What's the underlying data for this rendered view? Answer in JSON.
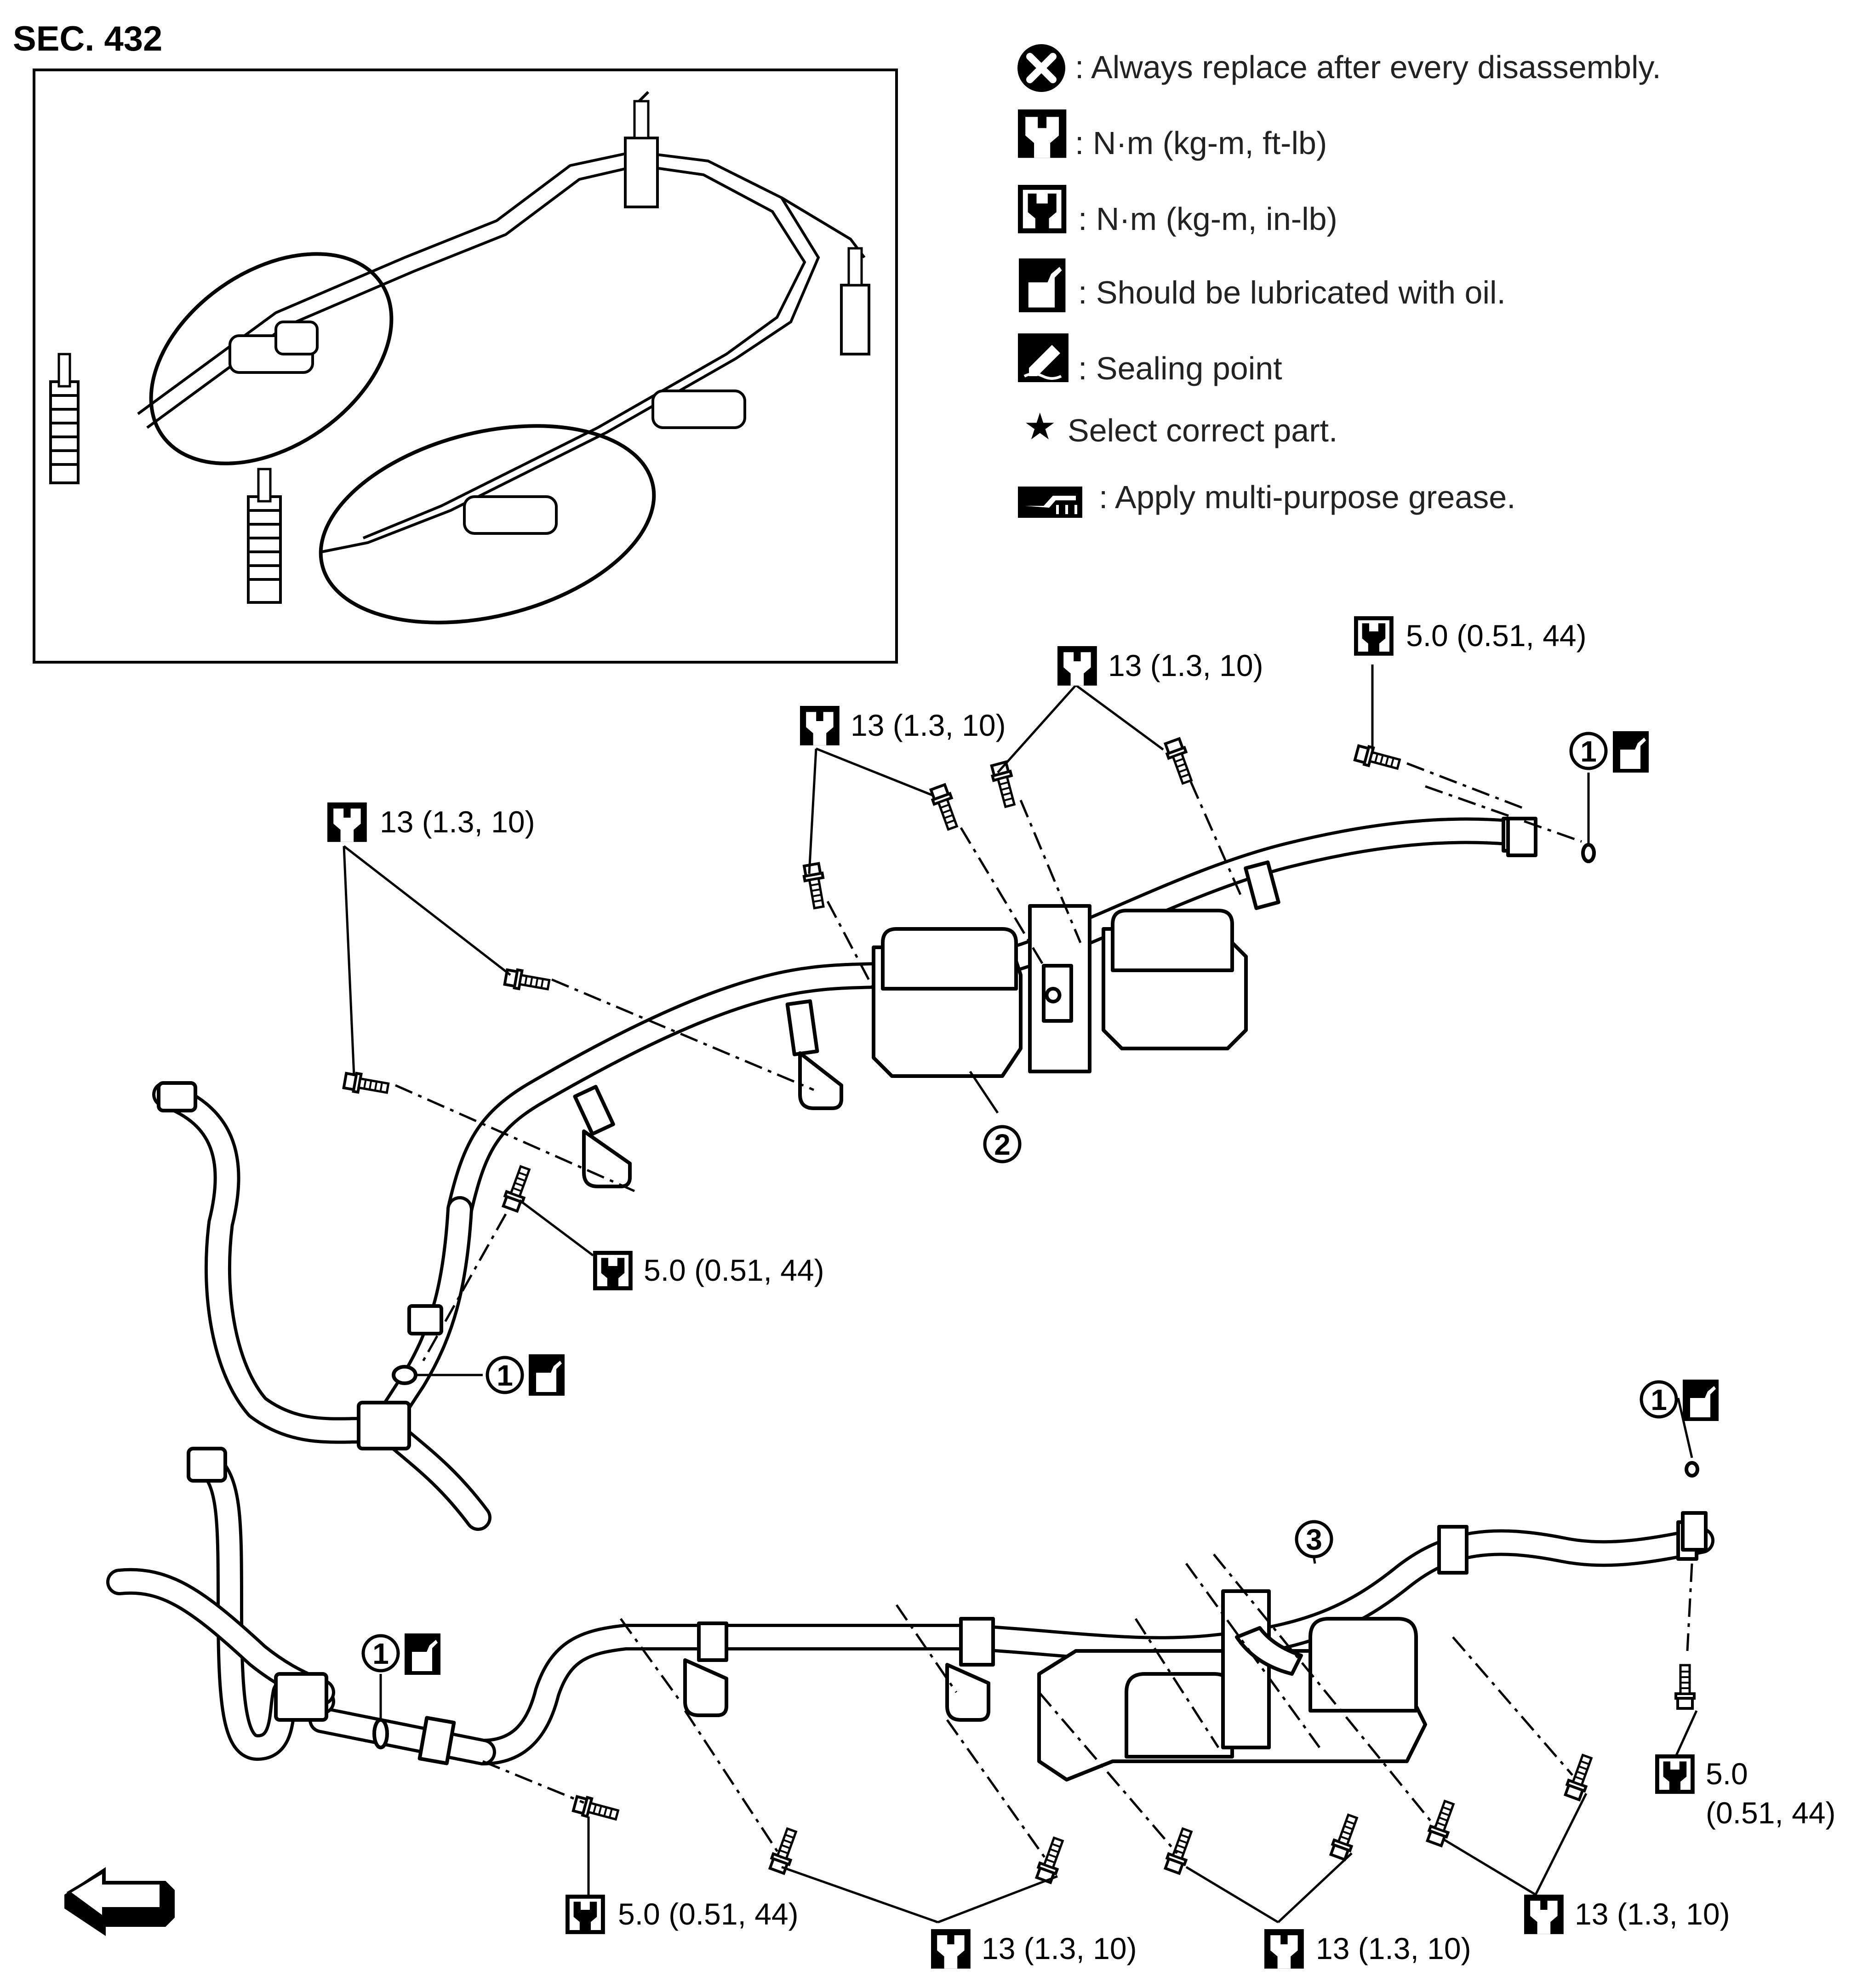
{
  "section": "SEC. 432",
  "legend": [
    {
      "icon": "x-circle-icon",
      "text": ": Always replace after every disassembly."
    },
    {
      "icon": "torque-wrench-ftlb-icon",
      "text": ": N·m (kg-m, ft-lb)"
    },
    {
      "icon": "torque-wrench-inlb-icon",
      "text": ": N·m (kg-m, in-lb)"
    },
    {
      "icon": "oil-can-icon",
      "text": ": Should be lubricated with oil."
    },
    {
      "icon": "sealing-point-icon",
      "text": ": Sealing point"
    },
    {
      "icon": "star-icon",
      "text": "Select correct part."
    },
    {
      "icon": "grease-icon",
      "text": ": Apply multi-purpose grease."
    }
  ],
  "torque": {
    "t13": "13 (1.3, 10)",
    "t50": "5.0 (0.51, 44)",
    "t50_top": "5.0",
    "t50_bottom": "(0.51, 44)"
  },
  "callouts": {
    "one": "1",
    "two": "2",
    "three": "3"
  },
  "colors": {
    "ink": "#000000",
    "paper": "#ffffff"
  }
}
